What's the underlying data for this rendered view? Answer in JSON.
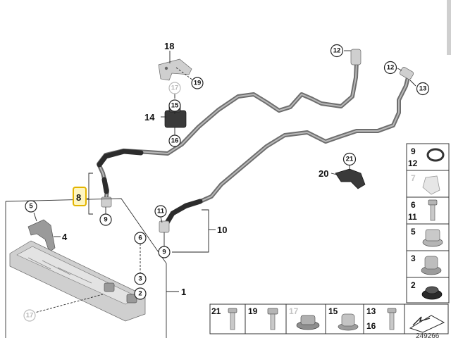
{
  "diagram": {
    "callouts": {
      "c18": "18",
      "c19a": "19",
      "c17a": "17",
      "c15": "15",
      "c14": "14",
      "c16": "16",
      "c12a": "12",
      "c12b": "12",
      "c13": "13",
      "c21": "21",
      "c20": "20",
      "c8": "8",
      "c9a": "9",
      "c11": "11",
      "c10": "10",
      "c9b": "9",
      "c5": "5",
      "c4": "4",
      "c6": "6",
      "c3": "3",
      "c2": "2",
      "c1": "1",
      "c17b": "17"
    },
    "side_table": [
      {
        "labels": [
          "9",
          "12"
        ],
        "part": "o-ring"
      },
      {
        "labels": [
          "7"
        ],
        "part": "hose-clamp",
        "greyed": true
      },
      {
        "labels": [
          "6",
          "11"
        ],
        "part": "bolt"
      },
      {
        "labels": [
          "5"
        ],
        "part": "nut"
      },
      {
        "labels": [
          "3"
        ],
        "part": "bushing"
      },
      {
        "labels": [
          "2"
        ],
        "part": "nut-with-washer"
      }
    ],
    "bottom_table": [
      {
        "labels": [
          "21"
        ],
        "part": "bolt"
      },
      {
        "labels": [
          "19"
        ],
        "part": "hex-bolt"
      },
      {
        "labels": [
          "17"
        ],
        "part": "nut-flange",
        "greyed": true
      },
      {
        "labels": [
          "15"
        ],
        "part": "bushing"
      },
      {
        "labels": [
          "13",
          "16"
        ],
        "part": "bolt"
      },
      {
        "labels": [],
        "part": "spacer-arrow"
      }
    ],
    "doc_number": "249266"
  }
}
